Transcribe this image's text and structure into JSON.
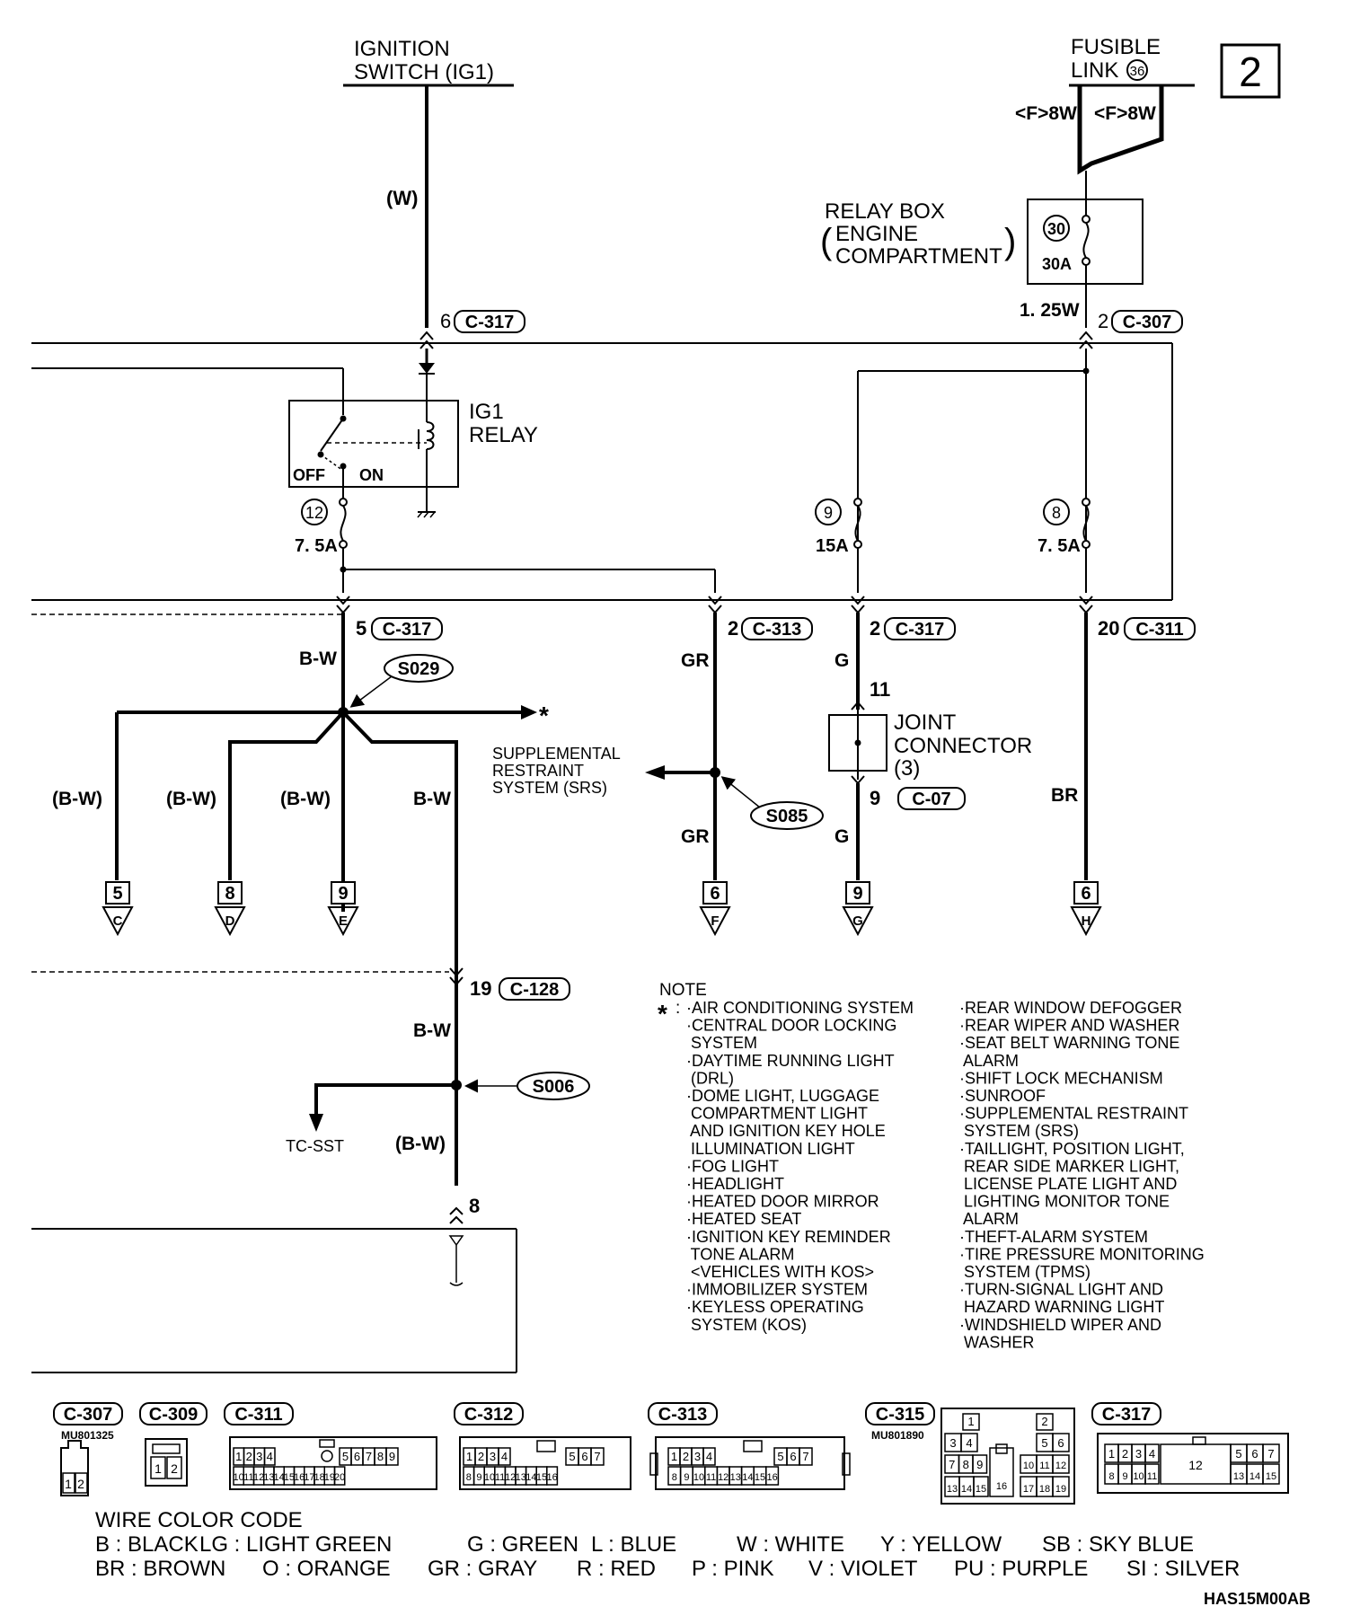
{
  "page_number": "2",
  "sources": {
    "ignition_switch": [
      "IGNITION",
      "SWITCH (IG1)"
    ],
    "ignition_wire": "(W)",
    "fusible_link": [
      "FUSIBLE",
      "LINK"
    ],
    "fusible_link_no": "36",
    "fusible_wire_left": "<F>8W",
    "fusible_wire_right": "<F>8W"
  },
  "relay_box": {
    "lines": [
      "RELAY BOX",
      "ENGINE",
      "COMPARTMENT"
    ],
    "fuse_no": "30",
    "fuse_rating": "30A",
    "out_wire": "1. 25W"
  },
  "ig1_relay": {
    "lines": [
      "IG1",
      "RELAY"
    ],
    "off": "OFF",
    "on": "ON"
  },
  "fuses": [
    {
      "no": "12",
      "rating": "7. 5A"
    },
    {
      "no": "9",
      "rating": "15A"
    },
    {
      "no": "8",
      "rating": "7. 5A"
    }
  ],
  "pins": {
    "c317_6": "6",
    "c317_6_conn": "C-317",
    "c307_2": "2",
    "c307_2_conn": "C-307",
    "c317_5": "5",
    "c317_5_conn": "C-317",
    "c313_2": "2",
    "c313_2_conn": "C-313",
    "c317_2": "2",
    "c317_2_conn": "C-317",
    "c311_20": "20",
    "c311_20_conn": "C-311",
    "c128_19": "19",
    "c128_19_conn": "C-128",
    "joint_11": "11",
    "c07_9": "9",
    "c07_9_conn": "C-07",
    "bottom_8": "8"
  },
  "wires": {
    "bw": "B-W",
    "bw_paren": "(B-W)",
    "gr": "GR",
    "g": "G",
    "br": "BR"
  },
  "splices": {
    "s029": "S029",
    "s085": "S085",
    "s006": "S006"
  },
  "joint_connector": [
    "JOINT",
    "CONNECTOR",
    "(3)"
  ],
  "srs_label": [
    "SUPPLEMENTAL",
    "RESTRAINT",
    "SYSTEM (SRS)"
  ],
  "tc_sst": "TC-SST",
  "star": "*",
  "terminals": [
    {
      "num": "5",
      "letter": "C"
    },
    {
      "num": "8",
      "letter": "D"
    },
    {
      "num": "9",
      "letter": "E"
    },
    {
      "num": "6",
      "letter": "F"
    },
    {
      "num": "9",
      "letter": "G"
    },
    {
      "num": "6",
      "letter": "H"
    }
  ],
  "note": {
    "title": "NOTE",
    "marker": "*",
    "col1": [
      "·AIR CONDITIONING SYSTEM",
      "·CENTRAL DOOR LOCKING",
      " SYSTEM",
      "·DAYTIME RUNNING LIGHT",
      " (DRL)",
      "·DOME LIGHT, LUGGAGE",
      " COMPARTMENT LIGHT",
      " AND IGNITION KEY HOLE",
      " ILLUMINATION LIGHT",
      "·FOG LIGHT",
      "·HEADLIGHT",
      "·HEATED DOOR MIRROR",
      "·HEATED SEAT",
      "·IGNITION KEY REMINDER",
      " TONE ALARM",
      " <VEHICLES WITH KOS>",
      "·IMMOBILIZER SYSTEM",
      "·KEYLESS OPERATING",
      " SYSTEM (KOS)"
    ],
    "col2": [
      "·REAR WINDOW DEFOGGER",
      "·REAR WIPER AND WASHER",
      "·SEAT BELT WARNING TONE",
      " ALARM",
      "·SHIFT LOCK MECHANISM",
      "·SUNROOF",
      "·SUPPLEMENTAL RESTRAINT",
      " SYSTEM (SRS)",
      "·TAILLIGHT, POSITION LIGHT,",
      " REAR SIDE MARKER LIGHT,",
      " LICENSE PLATE LIGHT AND",
      " LIGHTING MONITOR TONE",
      " ALARM",
      "·THEFT-ALARM SYSTEM",
      "·TIRE PRESSURE MONITORING",
      " SYSTEM (TPMS)",
      "·TURN-SIGNAL LIGHT AND",
      " HAZARD WARNING LIGHT",
      "·WINDSHIELD WIPER AND",
      " WASHER"
    ]
  },
  "connectors": [
    {
      "name": "C-307",
      "part": "MU801325"
    },
    {
      "name": "C-309"
    },
    {
      "name": "C-311"
    },
    {
      "name": "C-312"
    },
    {
      "name": "C-313"
    },
    {
      "name": "C-315",
      "part": "MU801890"
    },
    {
      "name": "C-317"
    }
  ],
  "wire_color_code": {
    "title": "WIRE COLOR CODE",
    "row1": [
      "B : BLACK",
      "LG : LIGHT GREEN",
      "G : GREEN",
      "L : BLUE",
      "W : WHITE",
      "Y : YELLOW",
      "SB : SKY BLUE"
    ],
    "row2": [
      "BR : BROWN",
      "O : ORANGE",
      "GR : GRAY",
      "R : RED",
      "P : PINK",
      "V : VIOLET",
      "PU : PURPLE",
      "SI : SILVER"
    ]
  },
  "doc_code": "HAS15M00AB"
}
